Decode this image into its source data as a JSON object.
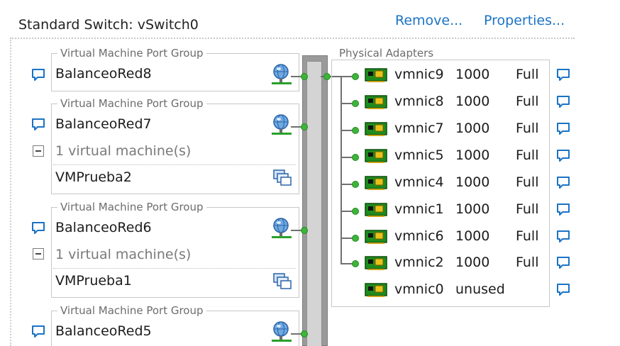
{
  "switch": {
    "title": "Standard Switch: vSwitch0",
    "remove_label": "Remove...",
    "properties_label": "Properties..."
  },
  "port_groups": [
    {
      "legend": "Virtual Machine Port Group",
      "name": "BalanceoRed8"
    },
    {
      "legend": "Virtual Machine Port Group",
      "name": "BalanceoRed7",
      "vm_count": "1 virtual machine(s)",
      "vm": "VMPrueba2"
    },
    {
      "legend": "Virtual Machine Port Group",
      "name": "BalanceoRed6",
      "vm_count": "1 virtual machine(s)",
      "vm": "VMPrueba1"
    },
    {
      "legend": "Virtual Machine Port Group",
      "name": "BalanceoRed5"
    }
  ],
  "physical_adapters": {
    "legend": "Physical Adapters",
    "adapters": [
      {
        "name": "vmnic9",
        "speed": "1000",
        "duplex": "Full"
      },
      {
        "name": "vmnic8",
        "speed": "1000",
        "duplex": "Full"
      },
      {
        "name": "vmnic7",
        "speed": "1000",
        "duplex": "Full"
      },
      {
        "name": "vmnic5",
        "speed": "1000",
        "duplex": "Full"
      },
      {
        "name": "vmnic4",
        "speed": "1000",
        "duplex": "Full"
      },
      {
        "name": "vmnic1",
        "speed": "1000",
        "duplex": "Full"
      },
      {
        "name": "vmnic6",
        "speed": "1000",
        "duplex": "Full"
      },
      {
        "name": "vmnic2",
        "speed": "1000",
        "duplex": "Full"
      },
      {
        "name": "vmnic0",
        "speed": "unused",
        "duplex": ""
      }
    ]
  },
  "icons": {
    "info": "speech-bubble-icon",
    "network": "network-globe-icon",
    "vm": "virtual-machine-icon",
    "nic": "network-card-icon",
    "expand": "collapse-minus-icon"
  },
  "colors": {
    "link": "#1b73c5",
    "connector_dot": "#3eb43a",
    "nic_green": "#1e8c1e",
    "bus_gray": "#9a9a9a",
    "info_blue": "#1b73c5"
  }
}
